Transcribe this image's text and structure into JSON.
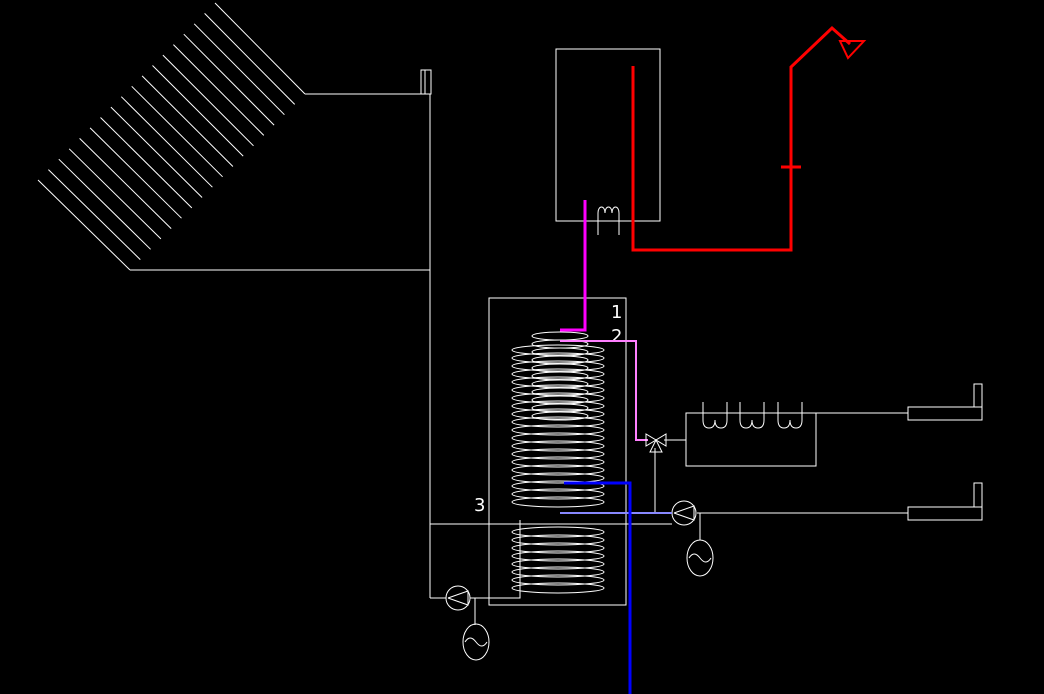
{
  "tank_labels": {
    "label_1": "1",
    "label_2": "2",
    "label_3": "3"
  },
  "colors": {
    "background": "#000000",
    "line": "#ffffff",
    "hot_water": "#ff0000",
    "boiler_flow": "#ff00ff",
    "heating_flow": "#ff80ff",
    "cold_water": "#0000ff",
    "heating_return": "#8888ff"
  }
}
